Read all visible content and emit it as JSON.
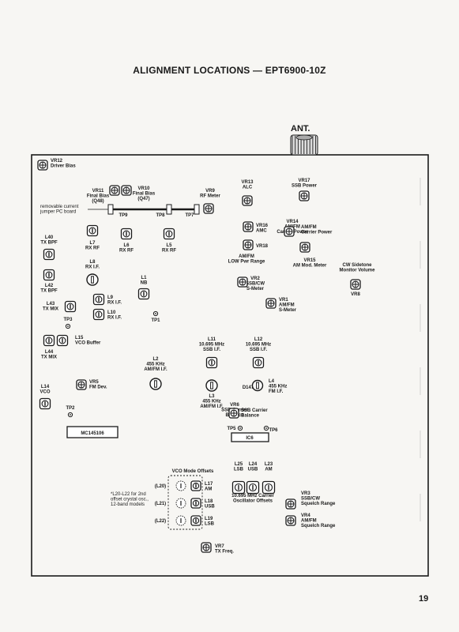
{
  "page": {
    "title": "ALIGNMENT LOCATIONS — EPT6900-10Z",
    "page_number": "19",
    "antenna_label": "ANT."
  },
  "note": {
    "removable": [
      "removable current",
      "jumper PC board"
    ]
  },
  "ic": {
    "mc": "MC145106",
    "ic6": "IC6"
  },
  "vco_group": {
    "title": "VCO Mode Offsets",
    "note": [
      "*L20-L22 for 2nd",
      "offset crystal osc.,",
      "12-band models"
    ],
    "l20": "(L20)",
    "l21": "(L21)",
    "l22": "(L22)"
  },
  "components": {
    "vr12": [
      "VR12",
      "Driver Bias"
    ],
    "vr11": [
      "VR11",
      "Final Bias",
      "(Q48)"
    ],
    "vr10": [
      "VR10",
      "Final Bias",
      "(Q47)"
    ],
    "vr9": [
      "VR9",
      "RF Meter"
    ],
    "tp9": "TP9",
    "tp8": "TP8",
    "tp7": "TP7",
    "vr13": [
      "VR13",
      "ALC"
    ],
    "vr17": [
      "VR17",
      "SSB Power"
    ],
    "l40": [
      "L40",
      "TX BPF"
    ],
    "l7": [
      "L7",
      "RX RF"
    ],
    "l6": [
      "L6",
      "RX RF"
    ],
    "l5": [
      "L5",
      "RX RF"
    ],
    "vr16": [
      "VR16",
      "AMC"
    ],
    "vr14": [
      "VR14",
      "AM/FM",
      "Carrier Power"
    ],
    "vr18": [
      "VR18"
    ],
    "amfm_low": [
      "AM/FM",
      "LOW Pwr Range"
    ],
    "vr15": [
      "VR15",
      "AM Mod. Meter"
    ],
    "cw_sidetone": [
      "CW Sidetone",
      "Monitor Volume"
    ],
    "vr8": "VR8",
    "l8": [
      "L8",
      "RX I.F."
    ],
    "l42": [
      "L42",
      "TX BPF"
    ],
    "l1": [
      "L1",
      "NB"
    ],
    "vr2": [
      "VR2",
      "SSB/CW",
      "S-Meter"
    ],
    "vr1": [
      "VR1",
      "AM/FM",
      "S-Meter"
    ],
    "l43": [
      "L43",
      "TX MIX"
    ],
    "l9": [
      "L9",
      "RX I.F."
    ],
    "l10": [
      "L10",
      "RX I.F."
    ],
    "tp3": "TP3",
    "tp1": "TP1",
    "l15": [
      "L15",
      "VCO Buffer"
    ],
    "l44": [
      "L44",
      "TX MIX"
    ],
    "l11": [
      "L11",
      "10.695 MHz",
      "SSB I.F."
    ],
    "l12": [
      "L12",
      "10.695 MHz",
      "SSB I.F."
    ],
    "l2": [
      "L2",
      "455 KHz",
      "AM/FM I.F."
    ],
    "vr5": [
      "VR5",
      "FM Dev."
    ],
    "l14": [
      "L14",
      "VCO"
    ],
    "l3": [
      "L3",
      "455 KHz",
      "AM/FM I.F."
    ],
    "d147": "D147",
    "l4": [
      "L4",
      "455 KHz",
      "FM I.F."
    ],
    "vr6": [
      "VR6",
      "SSB Carrier",
      "Balance"
    ],
    "tp2": "TP2",
    "tp5": "TP5",
    "tp6": "TP6",
    "l17": [
      "L17",
      "AM"
    ],
    "l18": [
      "L18",
      "USB"
    ],
    "l19": [
      "L19",
      "LSB"
    ],
    "l25": [
      "L25",
      "LSB"
    ],
    "l24": [
      "L24",
      "USB"
    ],
    "l23": [
      "L23",
      "AM"
    ],
    "carrier_osc": [
      "10.695 MHz Carrier",
      "Oscillator Offsets"
    ],
    "vr3": [
      "VR3",
      "SSB/CW",
      "Squelch Range"
    ],
    "vr4": [
      "VR4",
      "AM/FM",
      "Squelch Range"
    ],
    "vr7": [
      "VR7",
      "TX Freq."
    ]
  },
  "colors": {
    "ink": "#1a1a1a",
    "paper": "#f7f6f3"
  }
}
